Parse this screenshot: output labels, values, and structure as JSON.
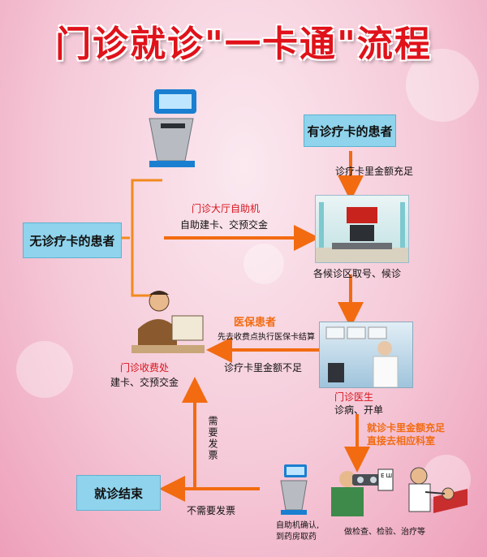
{
  "title": "门诊就诊\"一卡通\"流程",
  "boxes": {
    "with_card": "有诊疗卡的患者",
    "without_card": "无诊疗卡的患者",
    "end": "就诊结束"
  },
  "labels": {
    "balance_enough": "诊疗卡里金额充足",
    "kiosk_title": "门诊大厅自助机",
    "kiosk_desc": "自助建卡、交预交金",
    "wait": "各候诊区取号、候诊",
    "insured_title": "医保患者",
    "insured_desc": "先去收费点执行医保卡结算",
    "balance_short": "诊疗卡里金额不足",
    "cashier_title": "门诊收费处",
    "cashier_desc": "建卡、交预交金",
    "doctor_title": "门诊医生",
    "doctor_desc": "诊病、开单",
    "direct_line1": "就诊卡里金额充足",
    "direct_line2": "直接去相应科室",
    "need_invoice": "需要发票",
    "no_invoice": "不需要发票",
    "kiosk_confirm_line1": "自助机确认,",
    "kiosk_confirm_line2": "到药房取药",
    "exams": "做检查、检验、治疗等"
  },
  "colors": {
    "title": "#e0121a",
    "box_fill": "#8fd3ec",
    "arrow": "#f26b11",
    "bracket": "#f28a1e",
    "label_red": "#d8141c"
  },
  "icons": [
    "kiosk-icon",
    "waiting-hall-image",
    "cashier-clerk-icon",
    "doctor-image",
    "small-kiosk-icon",
    "eye-exam-icon",
    "dentist-icon"
  ]
}
